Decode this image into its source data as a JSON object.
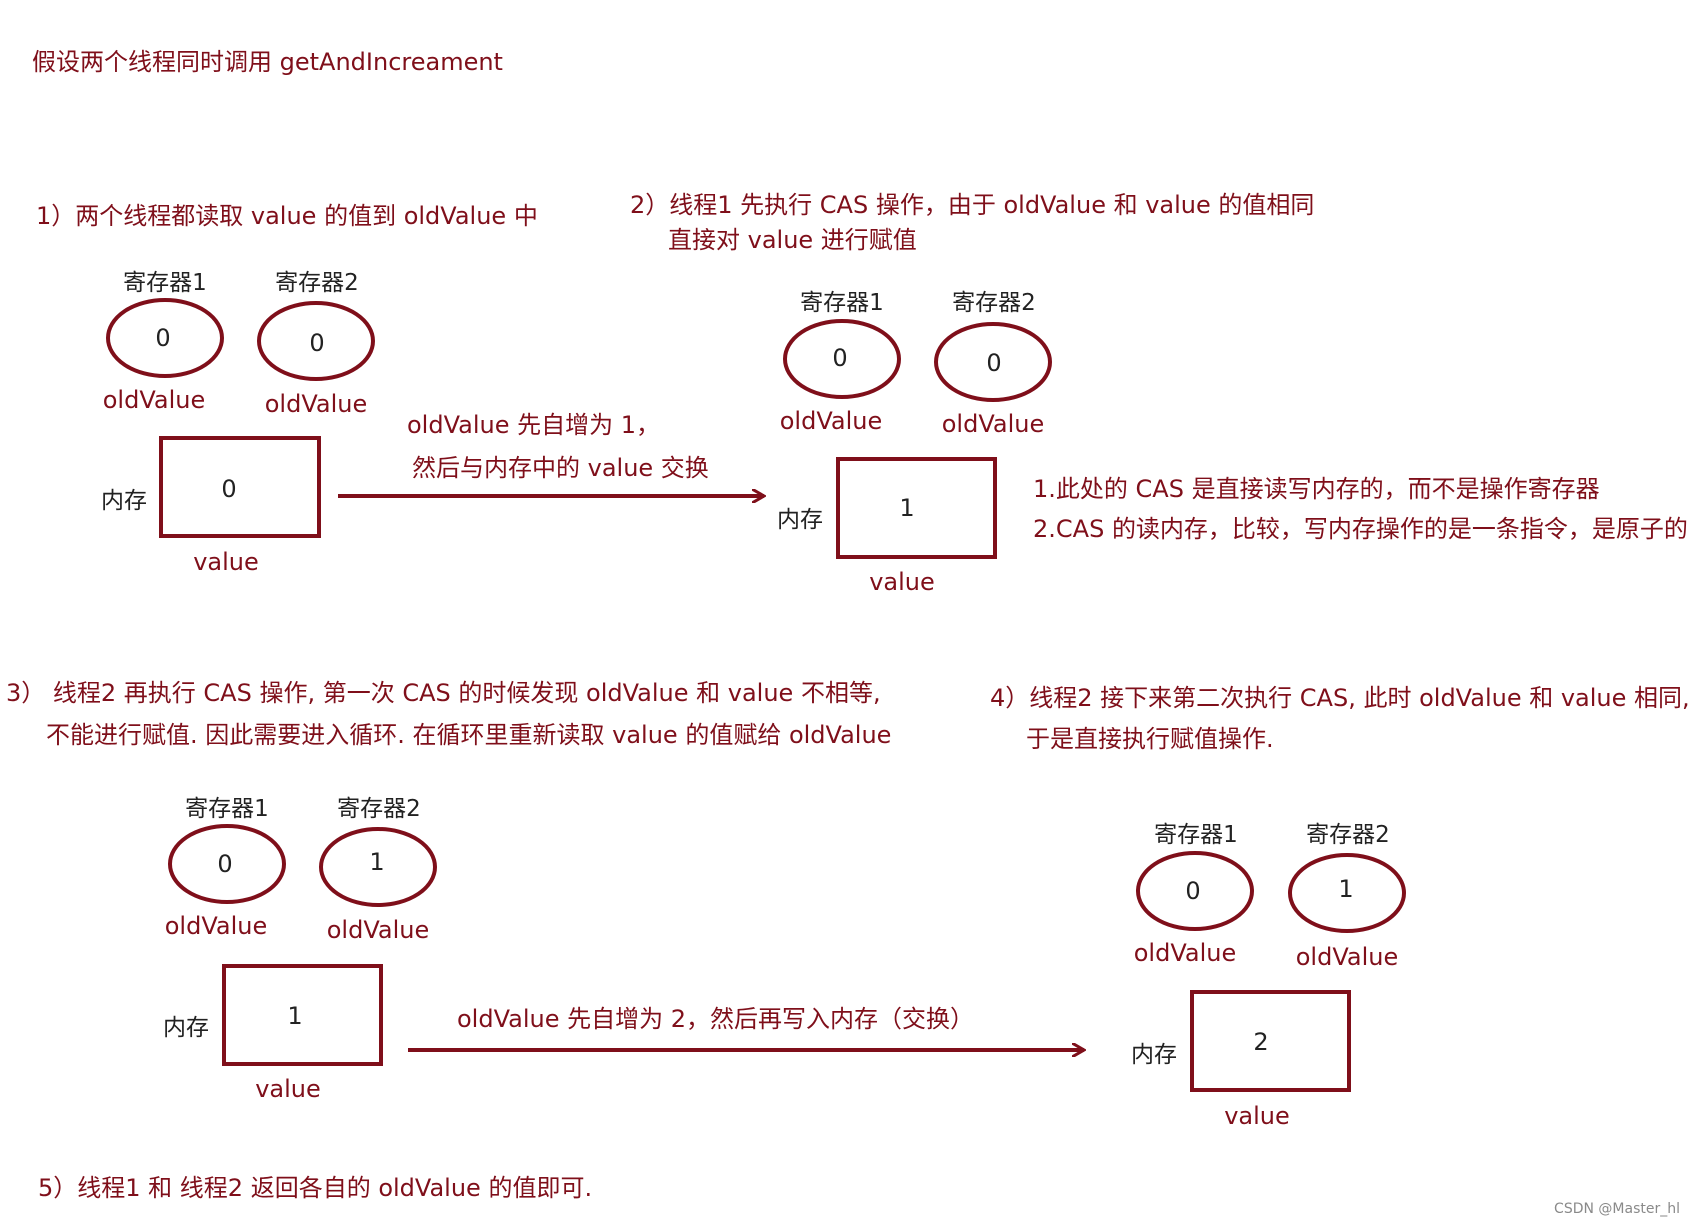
{
  "title": "假设两个线程同时调用 getAndIncreament",
  "colors": {
    "dark": "#7f0f1a",
    "body_text": "#222222",
    "watermark": "#8a8a8a"
  },
  "watermark": "CSDN @Master_hl",
  "labels": {
    "reg1": "寄存器1",
    "reg2": "寄存器2",
    "old_value": "oldValue",
    "memory": "内存",
    "value": "value"
  },
  "steps": {
    "s1": {
      "line1": "1）两个线程都读取 value 的值到 oldValue 中",
      "reg1": "0",
      "reg2": "0",
      "mem": "0"
    },
    "s2": {
      "line1": "2）线程1 先执行 CAS 操作，由于 oldValue 和 value 的值相同",
      "line2": "直接对 value 进行赋值",
      "reg1": "0",
      "reg2": "0",
      "mem": "1"
    },
    "s3": {
      "line1": "3） 线程2 再执行 CAS 操作, 第一次 CAS 的时候发现 oldValue 和 value 不相等,",
      "line2": "不能进行赋值. 因此需要进入循环. 在循环里重新读取 value 的值赋给 oldValue",
      "reg1": "0",
      "reg2": "1",
      "mem": "1"
    },
    "s4": {
      "line1": "4）线程2 接下来第二次执行 CAS, 此时 oldValue 和 value 相同,",
      "line2": "于是直接执行赋值操作.",
      "reg1": "0",
      "reg2": "1",
      "mem": "2"
    },
    "s5": {
      "line1": "5）线程1 和 线程2 返回各自的 oldValue 的值即可."
    }
  },
  "arrows": {
    "a1": {
      "line1": "oldValue 先自增为 1，",
      "line2": "然后与内存中的 value 交换"
    },
    "a2": {
      "line1": "oldValue 先自增为 2，然后再写入内存（交换）"
    }
  },
  "notes": {
    "n1": "1.此处的 CAS 是直接读写内存的，而不是操作寄存器",
    "n2": "2.CAS 的读内存，比较，写内存操作的是一条指令，是原子的"
  }
}
